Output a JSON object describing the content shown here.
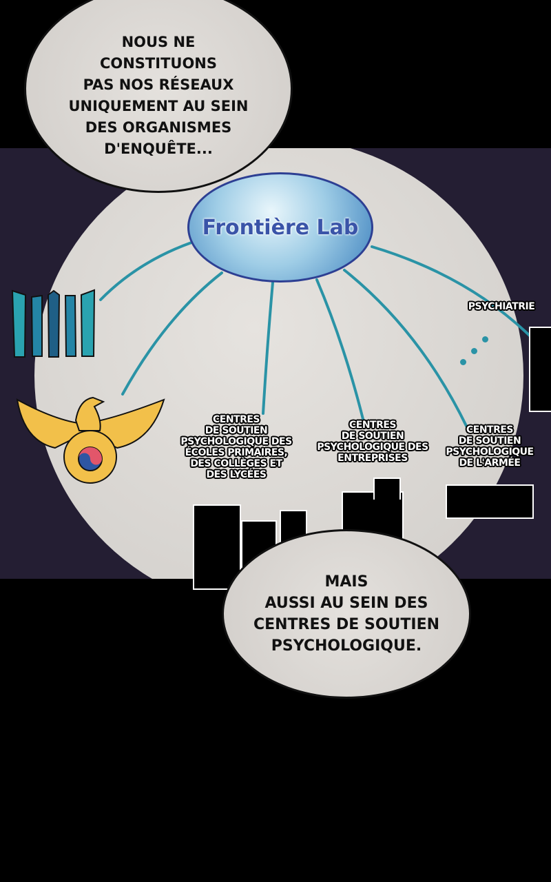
{
  "bubble_top": {
    "lines": [
      "NOUS NE",
      "CONSTITUONS",
      "PAS NOS RÉSEAUX",
      "UNIQUEMENT AU SEIN",
      "DES ORGANISMES",
      "D'ENQUÊTE..."
    ]
  },
  "center_node": {
    "label": "Frontière Lab"
  },
  "labels": {
    "psychiatry": "PSYCHIATRIE",
    "schools": [
      "CENTRES",
      "DE SOUTIEN",
      "PSYCHOLOGIQUE DES",
      "ÉCOLES PRIMAIRES,",
      "DES COLLÈGES ET",
      "DES LYCÉES"
    ],
    "companies": [
      "CENTRES",
      "DE SOUTIEN",
      "PSYCHOLOGIQUE DES",
      "ENTREPRISES"
    ],
    "army": [
      "CENTRES",
      "DE SOUTIEN",
      "PSYCHOLOGIQUE",
      "DE L'ARMÉE"
    ]
  },
  "bubble_bottom": {
    "lines": [
      "MAIS",
      "AUSSI AU SEIN DES",
      "CENTRES DE SOUTIEN",
      "PSYCHOLOGIQUE."
    ]
  },
  "colors": {
    "line": "#2a93a6",
    "band": "#241e33",
    "lab_text": "#3a54a8"
  }
}
